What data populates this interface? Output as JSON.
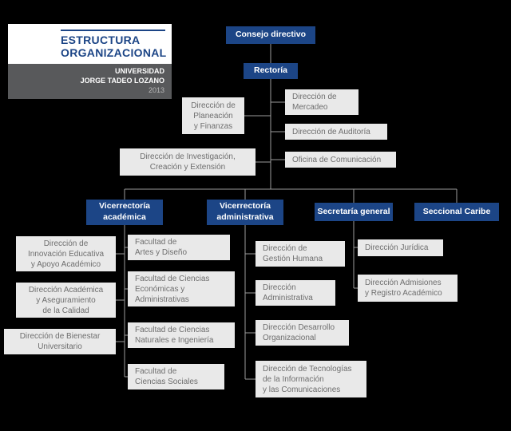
{
  "header": {
    "title_line1": "ESTRUCTURA",
    "title_line2": "ORGANIZACIONAL",
    "org_line1": "UNIVERSIDAD",
    "org_line2": "JORGE TADEO LOZANO",
    "year": "2013"
  },
  "colors": {
    "background": "#000000",
    "navy_box": "#1c4586",
    "gray_box": "#e9e9e9",
    "gray_text": "#6e6e6e",
    "connector_line": "#9c9c9c",
    "footer_strip": "#58595b"
  },
  "nodes": {
    "consejo": {
      "label": "Consejo directivo"
    },
    "rectoria": {
      "label": "Rectoría"
    },
    "planeacion": {
      "label": "Dirección de\nPlaneación\ny Finanzas"
    },
    "mercadeo": {
      "label": "Dirección de\nMercadeo"
    },
    "auditoria": {
      "label": "Dirección de Auditoría"
    },
    "comunicacion": {
      "label": "Oficina de Comunicación"
    },
    "investigacion": {
      "label": "Dirección de Investigación,\nCreación y Extensión"
    },
    "vic_academica": {
      "label": "Vicerrectoría\nacadémica"
    },
    "vic_administrativa": {
      "label": "Vicerrectoría\nadministrativa"
    },
    "secretaria": {
      "label": "Secretaría general"
    },
    "caribe": {
      "label": "Seccional Caribe"
    },
    "innovacion": {
      "label": "Dirección de\nInnovación Educativa\ny Apoyo Académico"
    },
    "calidad": {
      "label": "Dirección Académica\ny Aseguramiento\nde la Calidad"
    },
    "bienestar": {
      "label": "Dirección de Bienestar\nUniversitario"
    },
    "artes": {
      "label": "Facultad de\nArtes y Diseño"
    },
    "economicas": {
      "label": "Facultad de Ciencias\nEconómicas y\nAdministrativas"
    },
    "naturales": {
      "label": "Facultad de Ciencias\nNaturales e Ingeniería"
    },
    "sociales": {
      "label": "Facultad de\nCiencias Sociales"
    },
    "gestion": {
      "label": "Dirección de\nGestión Humana"
    },
    "administrativa": {
      "label": "Dirección\nAdministrativa"
    },
    "desarrollo": {
      "label": "Dirección Desarrollo\nOrganizacional"
    },
    "tecnologias": {
      "label": "Dirección de Tecnologías\nde la Información\ny las Comunicaciones"
    },
    "juridica": {
      "label": "Dirección Jurídica"
    },
    "admisiones": {
      "label": "Dirección Admisiones\ny Registro Académico"
    }
  }
}
